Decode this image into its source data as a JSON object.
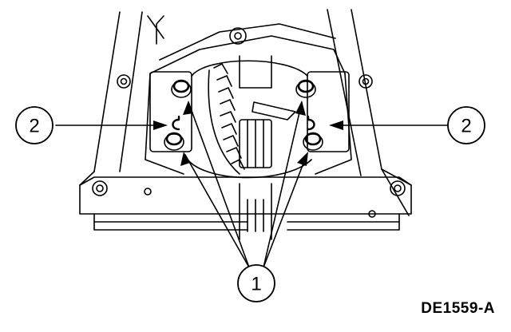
{
  "figure_id": "DE1559-A",
  "callouts": {
    "bearing_adjusters": "1",
    "adjuster_locks_left": "2",
    "adjuster_locks_right": "2"
  },
  "colors": {
    "line": "#000000",
    "background": "#ffffff"
  }
}
